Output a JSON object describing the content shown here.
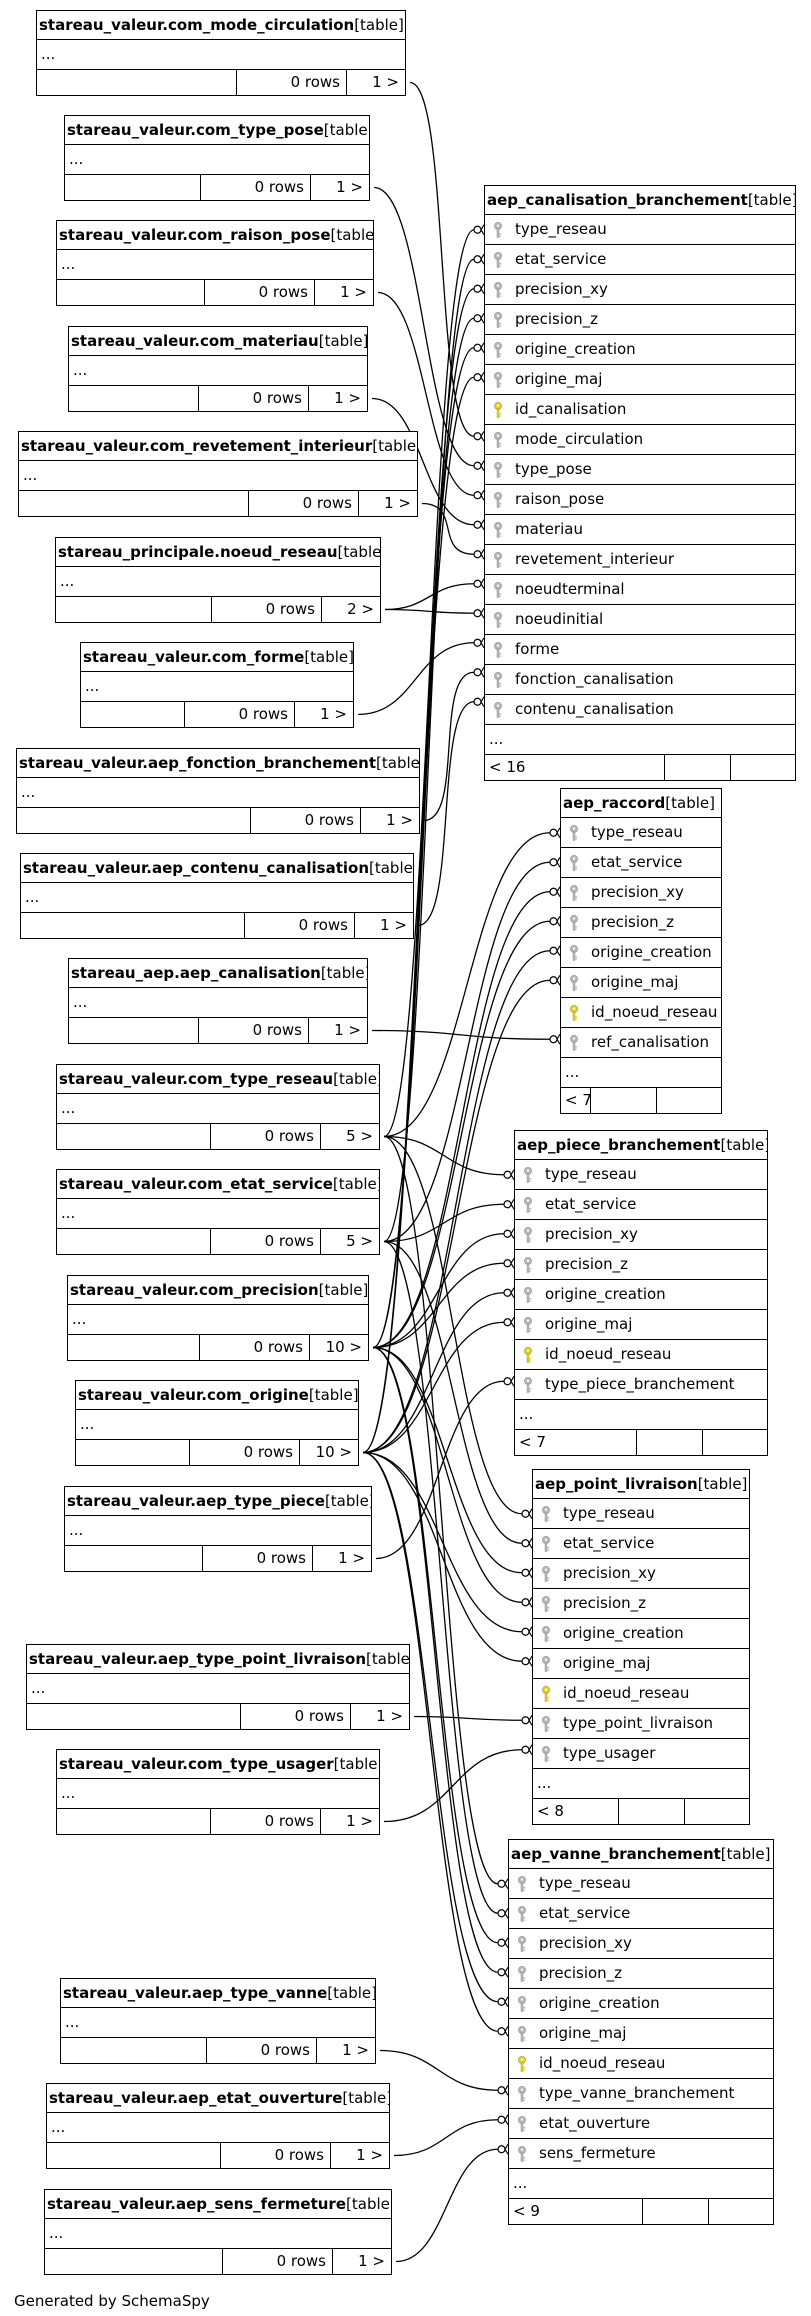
{
  "footer": "Generated by SchemaSpy",
  "lookup_tables": [
    {
      "id": "mode_circ",
      "name": "stareau_valeur.com_mode_circulation",
      "rows": "0 rows",
      "links": "1 >"
    },
    {
      "id": "type_pose",
      "name": "stareau_valeur.com_type_pose",
      "rows": "0 rows",
      "links": "1 >"
    },
    {
      "id": "raison_pose",
      "name": "stareau_valeur.com_raison_pose",
      "rows": "0 rows",
      "links": "1 >"
    },
    {
      "id": "materiau",
      "name": "stareau_valeur.com_materiau",
      "rows": "0 rows",
      "links": "1 >"
    },
    {
      "id": "revetement",
      "name": "stareau_valeur.com_revetement_interieur",
      "rows": "0 rows",
      "links": "1 >"
    },
    {
      "id": "noeud",
      "name": "stareau_principale.noeud_reseau",
      "rows": "0 rows",
      "links": "2 >"
    },
    {
      "id": "forme",
      "name": "stareau_valeur.com_forme",
      "rows": "0 rows",
      "links": "1 >"
    },
    {
      "id": "fonction",
      "name": "stareau_valeur.aep_fonction_branchement",
      "rows": "0 rows",
      "links": "1 >"
    },
    {
      "id": "contenu",
      "name": "stareau_valeur.aep_contenu_canalisation",
      "rows": "0 rows",
      "links": "1 >"
    },
    {
      "id": "aep_canal",
      "name": "stareau_aep.aep_canalisation",
      "rows": "0 rows",
      "links": "1 >"
    },
    {
      "id": "type_reseau",
      "name": "stareau_valeur.com_type_reseau",
      "rows": "0 rows",
      "links": "5 >"
    },
    {
      "id": "etat_service",
      "name": "stareau_valeur.com_etat_service",
      "rows": "0 rows",
      "links": "5 >"
    },
    {
      "id": "precision",
      "name": "stareau_valeur.com_precision",
      "rows": "0 rows",
      "links": "10 >"
    },
    {
      "id": "origine",
      "name": "stareau_valeur.com_origine",
      "rows": "0 rows",
      "links": "10 >"
    },
    {
      "id": "type_piece",
      "name": "stareau_valeur.aep_type_piece",
      "rows": "0 rows",
      "links": "1 >"
    },
    {
      "id": "type_pl",
      "name": "stareau_valeur.aep_type_point_livraison",
      "rows": "0 rows",
      "links": "1 >"
    },
    {
      "id": "type_usager",
      "name": "stareau_valeur.com_type_usager",
      "rows": "0 rows",
      "links": "1 >"
    },
    {
      "id": "type_vanne",
      "name": "stareau_valeur.aep_type_vanne",
      "rows": "0 rows",
      "links": "1 >"
    },
    {
      "id": "etat_ouv",
      "name": "stareau_valeur.aep_etat_ouverture",
      "rows": "0 rows",
      "links": "1 >"
    },
    {
      "id": "sens_ferm",
      "name": "stareau_valeur.aep_sens_fermeture",
      "rows": "0 rows",
      "links": "1 >"
    }
  ],
  "main_tables": [
    {
      "id": "canal_branch",
      "name": "aep_canalisation_branchement",
      "columns": [
        {
          "name": "type_reseau",
          "key": "fk"
        },
        {
          "name": "etat_service",
          "key": "fk"
        },
        {
          "name": "precision_xy",
          "key": "fk"
        },
        {
          "name": "precision_z",
          "key": "fk"
        },
        {
          "name": "origine_creation",
          "key": "fk"
        },
        {
          "name": "origine_maj",
          "key": "fk"
        },
        {
          "name": "id_canalisation",
          "key": "pk"
        },
        {
          "name": "mode_circulation",
          "key": "fk"
        },
        {
          "name": "type_pose",
          "key": "fk"
        },
        {
          "name": "raison_pose",
          "key": "fk"
        },
        {
          "name": "materiau",
          "key": "fk"
        },
        {
          "name": "revetement_interieur",
          "key": "fk"
        },
        {
          "name": "noeudterminal",
          "key": "fk"
        },
        {
          "name": "noeudinitial",
          "key": "fk"
        },
        {
          "name": "forme",
          "key": "fk"
        },
        {
          "name": "fonction_canalisation",
          "key": "fk"
        },
        {
          "name": "contenu_canalisation",
          "key": "fk"
        }
      ],
      "parents": "< 16"
    },
    {
      "id": "raccord",
      "name": "aep_raccord",
      "columns": [
        {
          "name": "type_reseau",
          "key": "fk"
        },
        {
          "name": "etat_service",
          "key": "fk"
        },
        {
          "name": "precision_xy",
          "key": "fk"
        },
        {
          "name": "precision_z",
          "key": "fk"
        },
        {
          "name": "origine_creation",
          "key": "fk"
        },
        {
          "name": "origine_maj",
          "key": "fk"
        },
        {
          "name": "id_noeud_reseau",
          "key": "pk"
        },
        {
          "name": "ref_canalisation",
          "key": "fk"
        }
      ],
      "parents": "< 7"
    },
    {
      "id": "piece_branch",
      "name": "aep_piece_branchement",
      "columns": [
        {
          "name": "type_reseau",
          "key": "fk"
        },
        {
          "name": "etat_service",
          "key": "fk"
        },
        {
          "name": "precision_xy",
          "key": "fk"
        },
        {
          "name": "precision_z",
          "key": "fk"
        },
        {
          "name": "origine_creation",
          "key": "fk"
        },
        {
          "name": "origine_maj",
          "key": "fk"
        },
        {
          "name": "id_noeud_reseau",
          "key": "pk"
        },
        {
          "name": "type_piece_branchement",
          "key": "fk"
        }
      ],
      "parents": "< 7"
    },
    {
      "id": "point_livr",
      "name": "aep_point_livraison",
      "columns": [
        {
          "name": "type_reseau",
          "key": "fk"
        },
        {
          "name": "etat_service",
          "key": "fk"
        },
        {
          "name": "precision_xy",
          "key": "fk"
        },
        {
          "name": "precision_z",
          "key": "fk"
        },
        {
          "name": "origine_creation",
          "key": "fk"
        },
        {
          "name": "origine_maj",
          "key": "fk"
        },
        {
          "name": "id_noeud_reseau",
          "key": "pk"
        },
        {
          "name": "type_point_livraison",
          "key": "fk"
        },
        {
          "name": "type_usager",
          "key": "fk"
        }
      ],
      "parents": "< 8"
    },
    {
      "id": "vanne_branch",
      "name": "aep_vanne_branchement",
      "columns": [
        {
          "name": "type_reseau",
          "key": "fk"
        },
        {
          "name": "etat_service",
          "key": "fk"
        },
        {
          "name": "precision_xy",
          "key": "fk"
        },
        {
          "name": "precision_z",
          "key": "fk"
        },
        {
          "name": "origine_creation",
          "key": "fk"
        },
        {
          "name": "origine_maj",
          "key": "fk"
        },
        {
          "name": "id_noeud_reseau",
          "key": "pk"
        },
        {
          "name": "type_vanne_branchement",
          "key": "fk"
        },
        {
          "name": "etat_ouverture",
          "key": "fk"
        },
        {
          "name": "sens_fermeture",
          "key": "fk"
        }
      ],
      "parents": "< 9"
    }
  ],
  "labels": {
    "table_suffix": "[table]",
    "ellipsis": "..."
  },
  "colors": {
    "line": "#000000",
    "pk_key": "#e8d400",
    "fk_key": "#b8b8b8",
    "background": "#ffffff"
  }
}
